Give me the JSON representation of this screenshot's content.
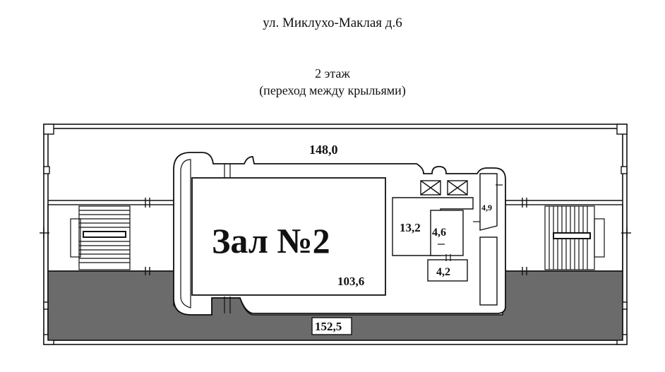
{
  "header": {
    "address": "ул. Миклухо-Маклая д.6",
    "floor": "2 этаж",
    "section": "(переход между крыльями)"
  },
  "rooms": {
    "top_corridor_area": "148,0",
    "hall_name": "Зал №2",
    "hall_area": "103,6",
    "room_a_area": "13,2",
    "room_b_area": "4,6",
    "room_c_area": "4,9",
    "room_d_area": "4,2",
    "bottom_corridor_area": "152,5"
  },
  "colors": {
    "wall": "#111111",
    "shaded_area": "#6b6b6b",
    "background": "#ffffff"
  }
}
